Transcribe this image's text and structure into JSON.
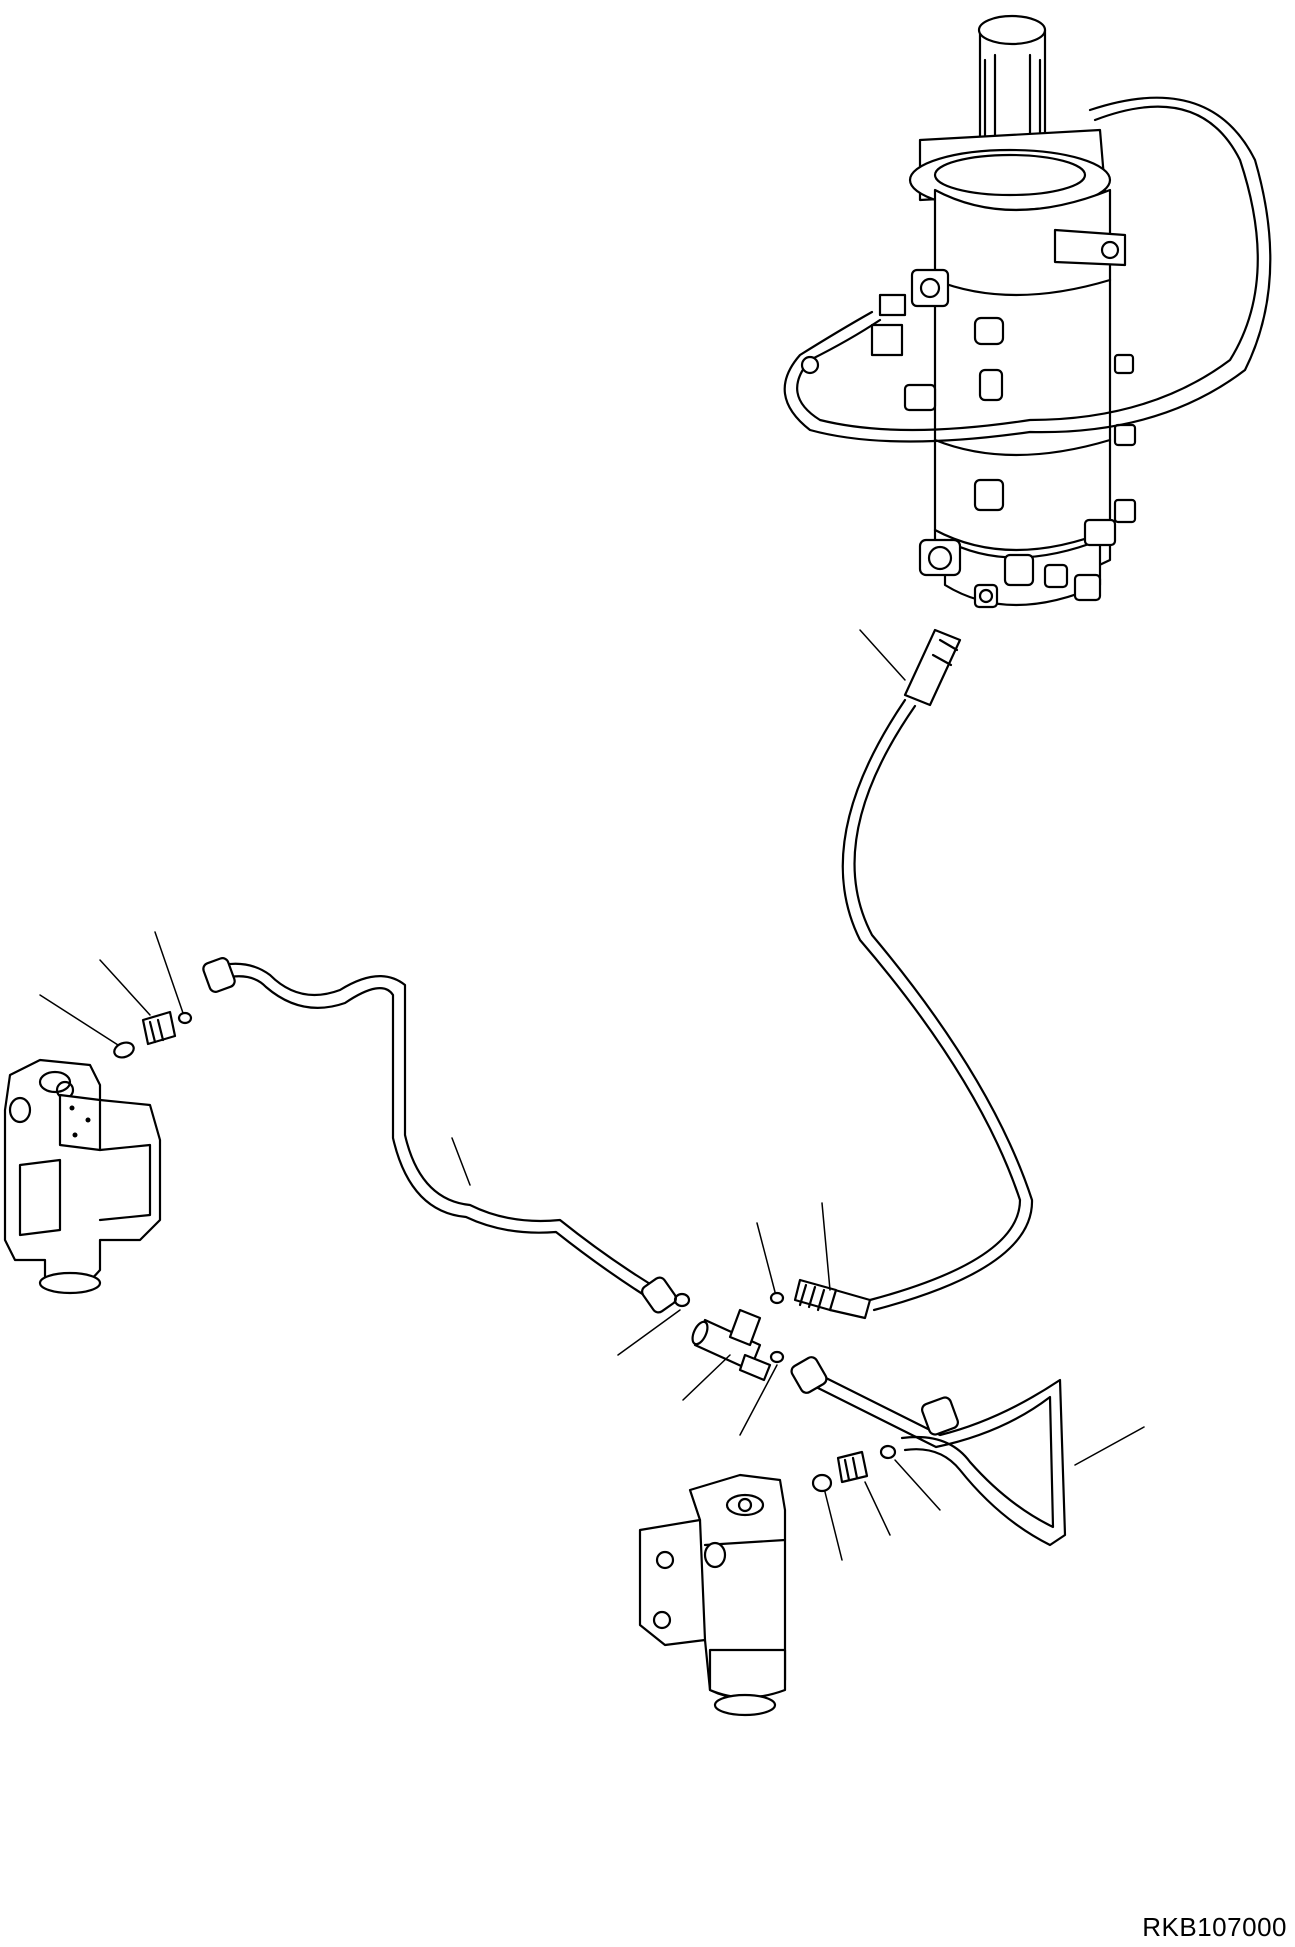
{
  "drawing": {
    "code": "RKB107000"
  },
  "parts": [
    {
      "name": "swivel-joint"
    },
    {
      "name": "hose"
    },
    {
      "name": "tube-left"
    },
    {
      "name": "tube-right"
    },
    {
      "name": "tee-fitting"
    },
    {
      "name": "valve-left"
    },
    {
      "name": "valve-right"
    }
  ]
}
